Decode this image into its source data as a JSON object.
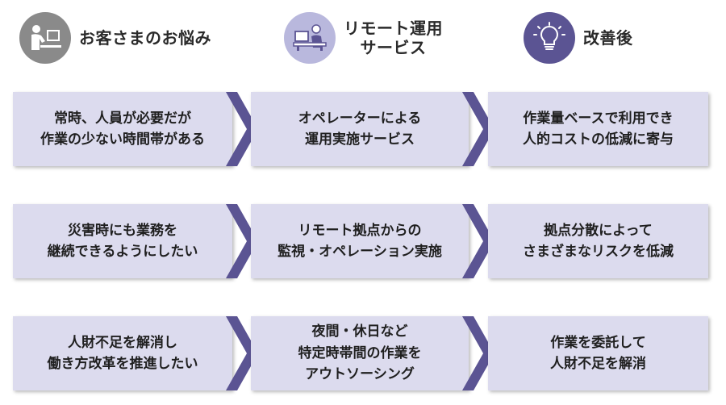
{
  "headers": [
    {
      "title_lines": [
        "お客さまのお悩み"
      ],
      "icon": "person-laptop-icon",
      "color": "#8a8a8a"
    },
    {
      "title_lines": [
        "リモート運用",
        "サービス"
      ],
      "icon": "operator-workstation-icon",
      "color": "#b9b8dd"
    },
    {
      "title_lines": [
        "改善後"
      ],
      "icon": "lightbulb-icon",
      "color": "#5b5493"
    }
  ],
  "rows": [
    {
      "problem": [
        "常時、人員が必要だが",
        "作業の少ない時間帯がある"
      ],
      "service": [
        "オペレーターによる",
        "運用実施サービス"
      ],
      "result": [
        "作業量ベースで利用でき",
        "人的コストの低減に寄与"
      ]
    },
    {
      "problem": [
        "災害時にも業務を",
        "継続できるようにしたい"
      ],
      "service": [
        "リモート拠点からの",
        "監視・オペレーション実施"
      ],
      "result": [
        "拠点分散によって",
        "さまざまなリスクを低減"
      ]
    },
    {
      "problem": [
        "人財不足を解消し",
        "働き方改革を推進したい"
      ],
      "service": [
        "夜間・休日など",
        "特定時帯間の作業を",
        "アウトソーシング"
      ],
      "result": [
        "作業を委託して",
        "人財不足を解消"
      ]
    }
  ],
  "colors": {
    "box_fill": "#dcdbee",
    "chevron": "#5b5493",
    "header_text": "#2a2a2a"
  }
}
